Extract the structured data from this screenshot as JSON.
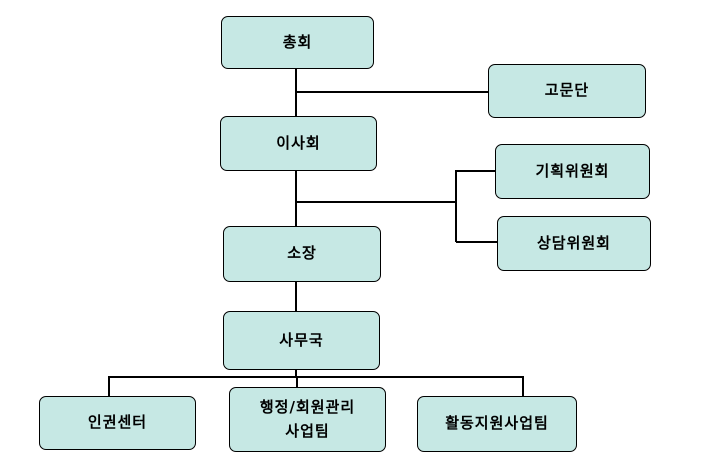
{
  "org_chart": {
    "nodes": {
      "general_assembly": "총회",
      "advisory_group": "고문단",
      "board": "이사회",
      "planning_committee": "기획위원회",
      "counseling_committee": "상담위원회",
      "director": "소장",
      "secretariat": "사무국",
      "human_rights_center": "인권센터",
      "admin_member_team": "행정/회원관리\n사업팀",
      "activity_support_team": "활동지원사업팀"
    },
    "colors": {
      "box_fill": "#c6e8e4",
      "line": "#000000"
    }
  }
}
